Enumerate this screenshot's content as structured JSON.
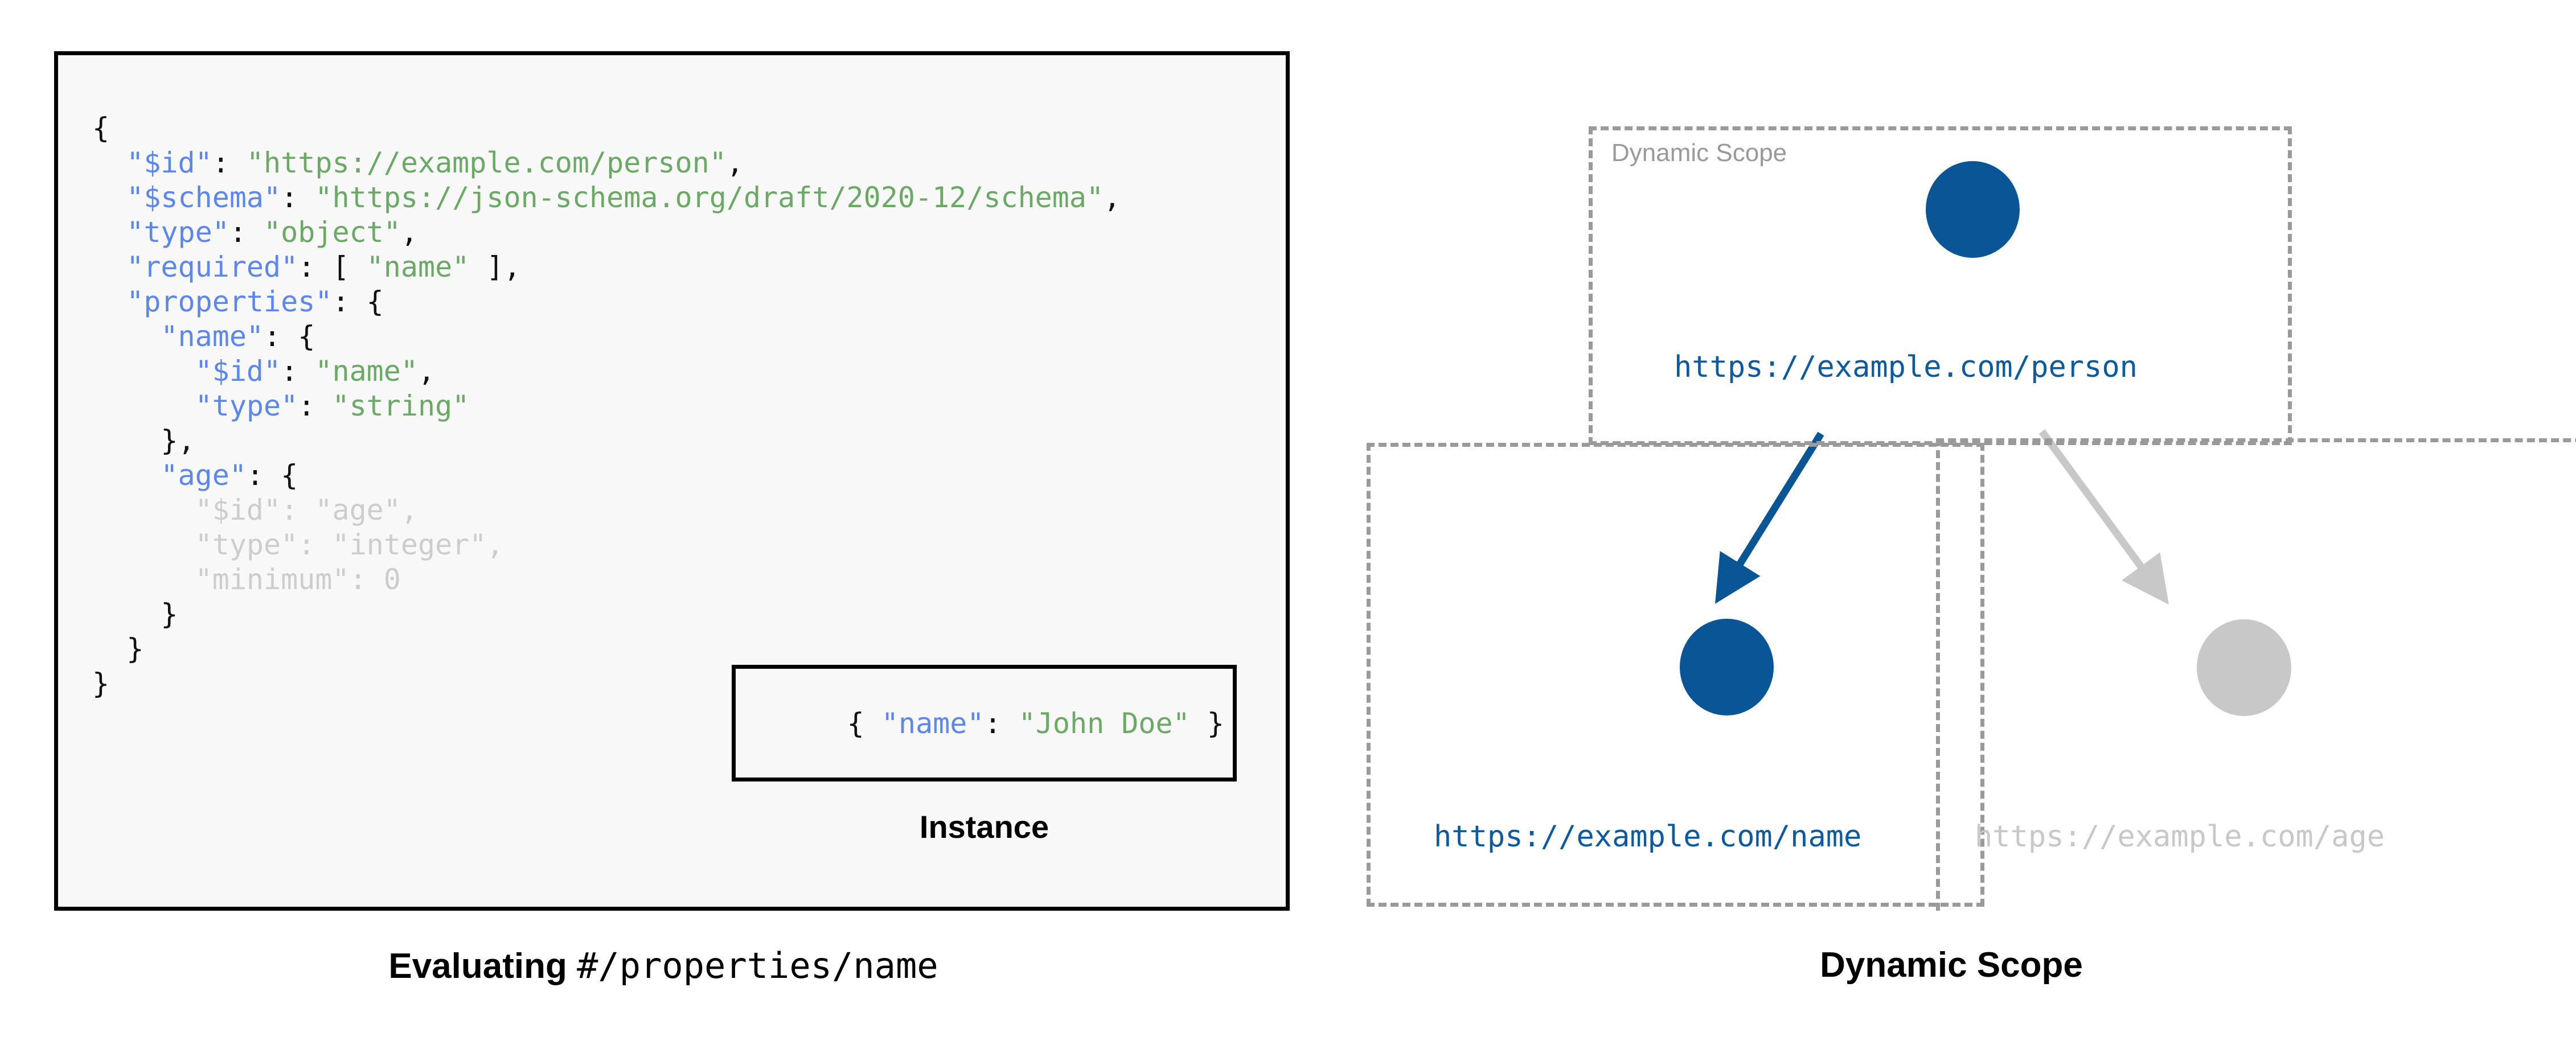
{
  "left": {
    "code_lines": [
      [
        {
          "t": "{",
          "c": "pun"
        }
      ],
      [
        {
          "t": "  ",
          "c": "pun"
        },
        {
          "t": "\"$id\"",
          "c": "key"
        },
        {
          "t": ": ",
          "c": "pun"
        },
        {
          "t": "\"https://example.com/person\"",
          "c": "str"
        },
        {
          "t": ",",
          "c": "pun"
        }
      ],
      [
        {
          "t": "  ",
          "c": "pun"
        },
        {
          "t": "\"$schema\"",
          "c": "key"
        },
        {
          "t": ": ",
          "c": "pun"
        },
        {
          "t": "\"https://json-schema.org/draft/2020-12/schema\"",
          "c": "str"
        },
        {
          "t": ",",
          "c": "pun"
        }
      ],
      [
        {
          "t": "  ",
          "c": "pun"
        },
        {
          "t": "\"type\"",
          "c": "key"
        },
        {
          "t": ": ",
          "c": "pun"
        },
        {
          "t": "\"object\"",
          "c": "str"
        },
        {
          "t": ",",
          "c": "pun"
        }
      ],
      [
        {
          "t": "  ",
          "c": "pun"
        },
        {
          "t": "\"required\"",
          "c": "key"
        },
        {
          "t": ": [ ",
          "c": "pun"
        },
        {
          "t": "\"name\"",
          "c": "str"
        },
        {
          "t": " ],",
          "c": "pun"
        }
      ],
      [
        {
          "t": "  ",
          "c": "pun"
        },
        {
          "t": "\"properties\"",
          "c": "key"
        },
        {
          "t": ": {",
          "c": "pun"
        }
      ],
      [
        {
          "t": "    ",
          "c": "pun"
        },
        {
          "t": "\"name\"",
          "c": "key"
        },
        {
          "t": ": {",
          "c": "pun"
        }
      ],
      [
        {
          "t": "      ",
          "c": "pun"
        },
        {
          "t": "\"$id\"",
          "c": "key"
        },
        {
          "t": ": ",
          "c": "pun"
        },
        {
          "t": "\"name\"",
          "c": "str"
        },
        {
          "t": ",",
          "c": "pun"
        }
      ],
      [
        {
          "t": "      ",
          "c": "pun"
        },
        {
          "t": "\"type\"",
          "c": "key"
        },
        {
          "t": ": ",
          "c": "pun"
        },
        {
          "t": "\"string\"",
          "c": "str"
        }
      ],
      [
        {
          "t": "    },",
          "c": "pun"
        }
      ],
      [
        {
          "t": "    ",
          "c": "pun"
        },
        {
          "t": "\"age\"",
          "c": "key"
        },
        {
          "t": ": {",
          "c": "pun"
        }
      ],
      [
        {
          "t": "      ",
          "c": "pun"
        },
        {
          "t": "\"$id\"",
          "c": "key"
        },
        {
          "t": ": ",
          "c": "pun"
        },
        {
          "t": "\"age\"",
          "c": "str"
        },
        {
          "t": ",",
          "c": "pun"
        }
      ],
      [
        {
          "t": "      ",
          "c": "pun"
        },
        {
          "t": "\"type\"",
          "c": "key"
        },
        {
          "t": ": ",
          "c": "pun"
        },
        {
          "t": "\"integer\"",
          "c": "str"
        },
        {
          "t": ",",
          "c": "pun"
        }
      ],
      [
        {
          "t": "      ",
          "c": "pun"
        },
        {
          "t": "\"minimum\"",
          "c": "key"
        },
        {
          "t": ": 0",
          "c": "pun"
        }
      ],
      [
        {
          "t": "    }",
          "c": "pun"
        }
      ],
      [
        {
          "t": "  }",
          "c": "pun"
        }
      ],
      [
        {
          "t": "}",
          "c": "pun"
        }
      ]
    ],
    "faded_line_indices": [
      11,
      12,
      13
    ],
    "instance": {
      "prefix": "{ ",
      "key": "\"name\"",
      "separator": ": ",
      "value": "\"John Doe\"",
      "suffix": " }",
      "label": "Instance"
    },
    "caption": {
      "bold": "Evaluating",
      "mono": "#/properties/name"
    }
  },
  "right": {
    "scope_label": "Dynamic Scope",
    "nodes": [
      {
        "id": "person",
        "label": "https://example.com/person",
        "state": "active"
      },
      {
        "id": "name",
        "label": "https://example.com/name",
        "state": "active"
      },
      {
        "id": "age",
        "label": "https://example.com/age",
        "state": "inactive"
      }
    ],
    "edges": [
      {
        "from": "person",
        "to": "name",
        "state": "active"
      },
      {
        "from": "person",
        "to": "age",
        "state": "inactive"
      }
    ],
    "caption": "Dynamic Scope"
  },
  "colors": {
    "accent_blue": "#0A5596",
    "label_blue": "#0D5AA0",
    "inactive_gray": "#C8C8C8",
    "dash_gray": "#9A9A9A",
    "code_key": "#5B87EE",
    "code_string": "#6AAA64",
    "code_bg": "#F8F8F8",
    "code_border": "#000000"
  }
}
